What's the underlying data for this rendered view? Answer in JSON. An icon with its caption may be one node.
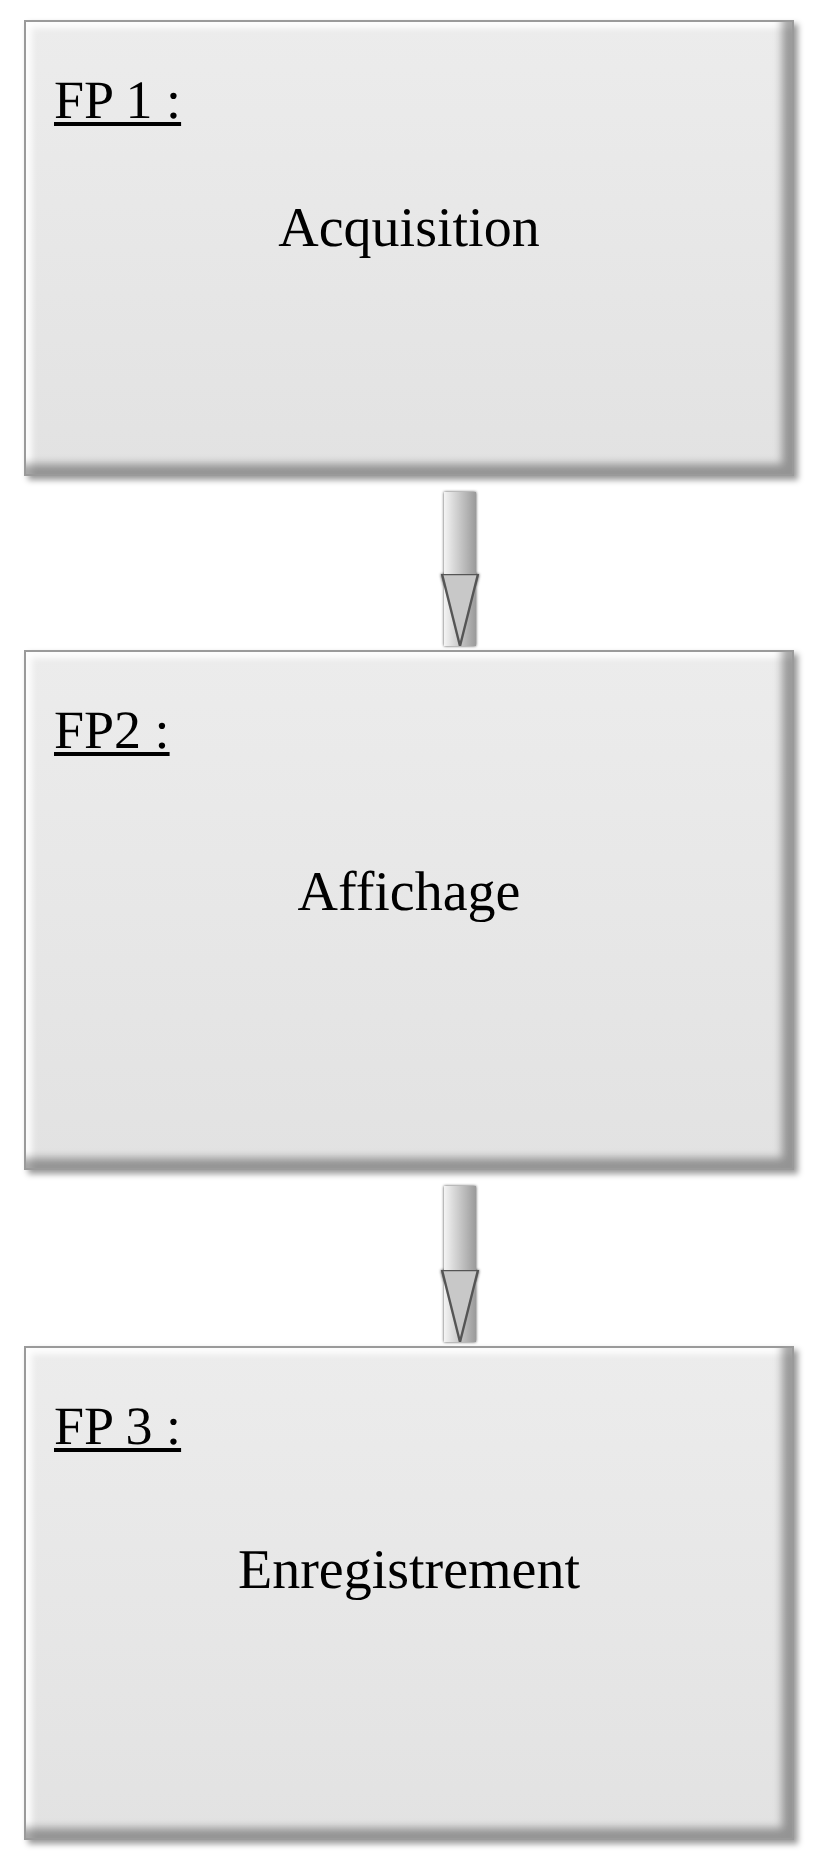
{
  "diagram": {
    "nodes": [
      {
        "text": [
          "FP 1 :",
          "Acquisition"
        ]
      },
      {
        "text": [
          "FP2 :",
          "Affichage"
        ]
      },
      {
        "text": [
          "FP 3 :",
          "Enregistrement"
        ]
      }
    ],
    "edges": [
      {
        "from": 0,
        "to": 1,
        "arrow": "to"
      },
      {
        "from": 1,
        "to": 2,
        "arrow": "to"
      }
    ]
  }
}
